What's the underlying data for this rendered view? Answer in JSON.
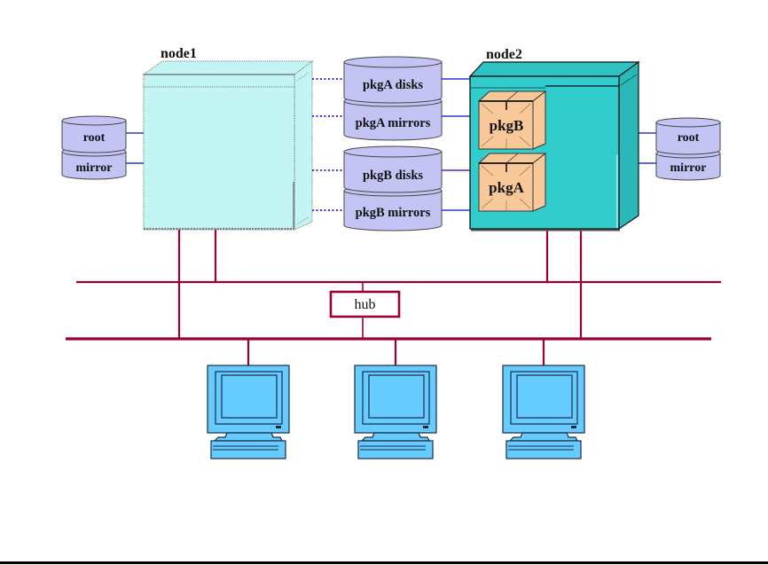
{
  "diagram": {
    "nodes": [
      {
        "id": "node1",
        "label": "node1"
      },
      {
        "id": "node2",
        "label": "node2"
      }
    ],
    "node1_local_disks": [
      "root",
      "mirror"
    ],
    "node2_local_disks": [
      "root",
      "mirror"
    ],
    "shared_disks": [
      "pkgA disks",
      "pkgA mirrors",
      "pkgB disks",
      "pkgB mirrors"
    ],
    "packages_on_node2": [
      "pkgB",
      "pkgA"
    ],
    "hub": {
      "label": "hub"
    },
    "workstations": [
      {
        "icon": "computer-icon"
      },
      {
        "icon": "computer-icon"
      },
      {
        "icon": "computer-icon"
      }
    ],
    "connections": {
      "node1_to_shared_disks": "dotted",
      "node2_to_shared_disks": "solid",
      "lans": [
        "upper-lan",
        "lower-lan"
      ]
    },
    "colors": {
      "node1_fill": "#c4f5f5",
      "node2_fill": "#33cccc",
      "node2_top": "#2fc2c2",
      "node2_side": "#2bb8b8",
      "disk_fill": "#c4c4f4",
      "package_fill": "#f8c898",
      "lan": "#990033",
      "disk_link": "#3333cc",
      "workstation": "#66ccff"
    }
  }
}
